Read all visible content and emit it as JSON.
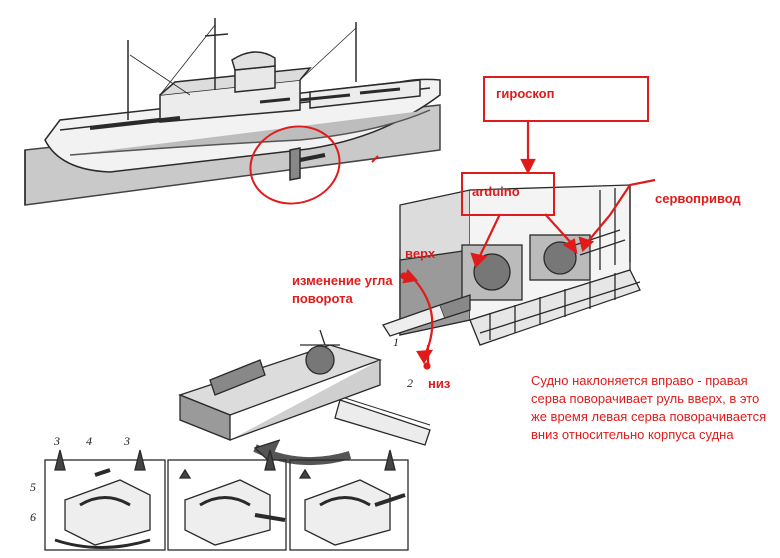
{
  "labels": {
    "gyroscope": "гироскоп",
    "arduino": "arduino",
    "servo": "сервопривод",
    "up": "верх",
    "angle_change": "изменение угла поворота",
    "down": "низ"
  },
  "note": "Судно наклоняется вправо - правая серва поворачивает руль вверх, в это же время левая серва поворачивается вниз относительно корпуса судна",
  "callouts": {
    "n2": "2",
    "n3a": "3",
    "n4": "4",
    "n3b": "3",
    "n5": "5",
    "n6": "6",
    "n1": "1"
  },
  "colors": {
    "annotation": "#e01b1b",
    "drawing": "#2a2a2a"
  }
}
